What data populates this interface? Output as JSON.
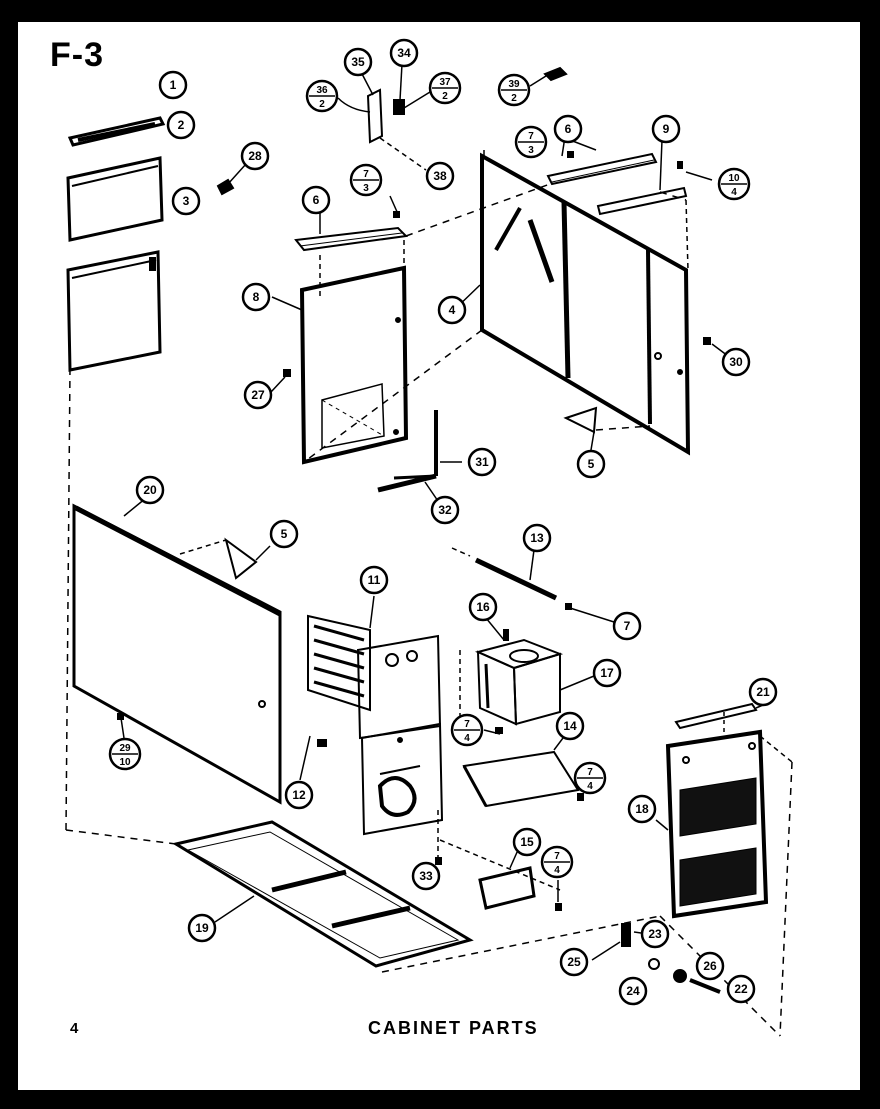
{
  "figure_id": "F-3",
  "page_number": "4",
  "title": "CABINET PARTS",
  "callouts": [
    {
      "id": "c1",
      "label": "1"
    },
    {
      "id": "c2",
      "label": "2"
    },
    {
      "id": "c3",
      "label": "3"
    },
    {
      "id": "c28a",
      "label": "28"
    },
    {
      "id": "c35",
      "label": "35"
    },
    {
      "id": "c34",
      "label": "34"
    },
    {
      "id": "c38",
      "label": "38"
    },
    {
      "id": "c6a",
      "label": "6"
    },
    {
      "id": "c8",
      "label": "8"
    },
    {
      "id": "c27",
      "label": "27"
    },
    {
      "id": "c31",
      "label": "31"
    },
    {
      "id": "c32",
      "label": "32"
    },
    {
      "id": "c6b",
      "label": "6"
    },
    {
      "id": "c9",
      "label": "9"
    },
    {
      "id": "c4",
      "label": "4"
    },
    {
      "id": "c30",
      "label": "30"
    },
    {
      "id": "c5a",
      "label": "5"
    },
    {
      "id": "c20",
      "label": "20"
    },
    {
      "id": "c5b",
      "label": "5"
    },
    {
      "id": "c11",
      "label": "11"
    },
    {
      "id": "c13",
      "label": "13"
    },
    {
      "id": "c7",
      "label": "7"
    },
    {
      "id": "c16",
      "label": "16"
    },
    {
      "id": "c17",
      "label": "17"
    },
    {
      "id": "c14",
      "label": "14"
    },
    {
      "id": "c12",
      "label": "12"
    },
    {
      "id": "c33",
      "label": "33"
    },
    {
      "id": "c15",
      "label": "15"
    },
    {
      "id": "c19",
      "label": "19"
    },
    {
      "id": "c21",
      "label": "21"
    },
    {
      "id": "c18",
      "label": "18"
    },
    {
      "id": "c23",
      "label": "23"
    },
    {
      "id": "c25",
      "label": "25"
    },
    {
      "id": "c24",
      "label": "24"
    },
    {
      "id": "c26",
      "label": "26"
    },
    {
      "id": "c22",
      "label": "22"
    }
  ],
  "fraction_callouts": [
    {
      "id": "f36",
      "top": "36",
      "bottom": "2"
    },
    {
      "id": "f37",
      "top": "37",
      "bottom": "2"
    },
    {
      "id": "f39",
      "top": "39",
      "bottom": "2"
    },
    {
      "id": "f7a",
      "top": "7",
      "bottom": "3"
    },
    {
      "id": "f7b",
      "top": "7",
      "bottom": "3"
    },
    {
      "id": "f10",
      "top": "10",
      "bottom": "4"
    },
    {
      "id": "f29",
      "top": "29",
      "bottom": "10"
    },
    {
      "id": "f7c",
      "top": "7",
      "bottom": "4"
    },
    {
      "id": "f7d",
      "top": "7",
      "bottom": "4"
    },
    {
      "id": "f7e",
      "top": "7",
      "bottom": "4"
    }
  ]
}
